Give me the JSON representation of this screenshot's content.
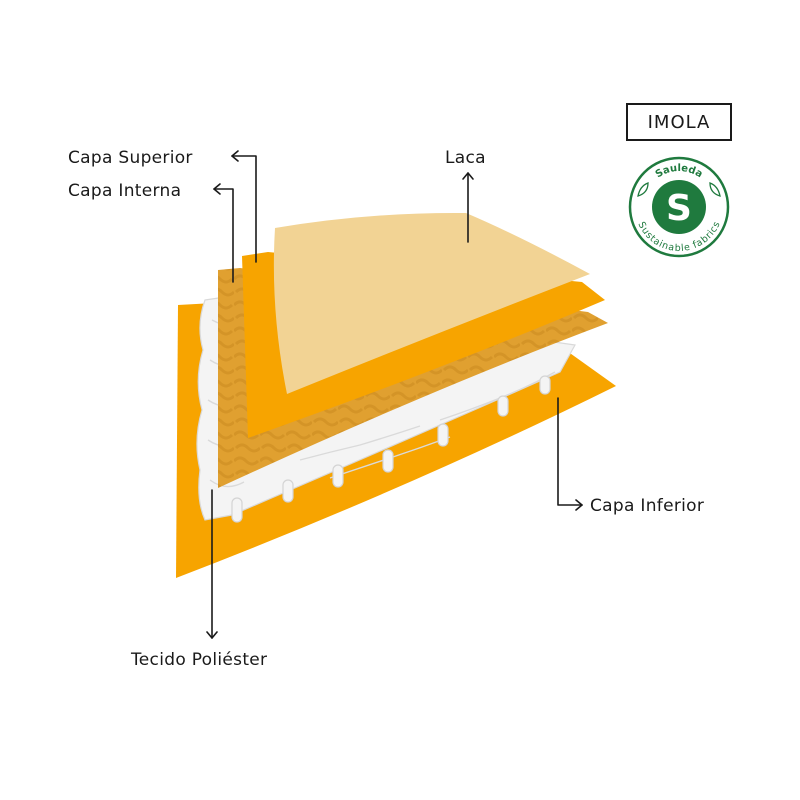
{
  "brand": {
    "name": "IMOLA"
  },
  "badge": {
    "initial": "S",
    "top_text": "Sauleda",
    "bottom_text": "Sustainable fabrics",
    "color": "#1f7a3e",
    "icon": "leaf-icon"
  },
  "labels": {
    "capa_superior": "Capa Superior",
    "capa_interna": "Capa Interna",
    "laca": "Laca",
    "capa_inferior": "Capa Inferior",
    "tecido_poliester": "Tecido Poliéster"
  },
  "colors": {
    "orange": "#F7A400",
    "inner_tan": "#E0A030",
    "lacquer": "#F2D394",
    "fabric": "#F4F4F4",
    "ink": "#1a1a1a"
  }
}
